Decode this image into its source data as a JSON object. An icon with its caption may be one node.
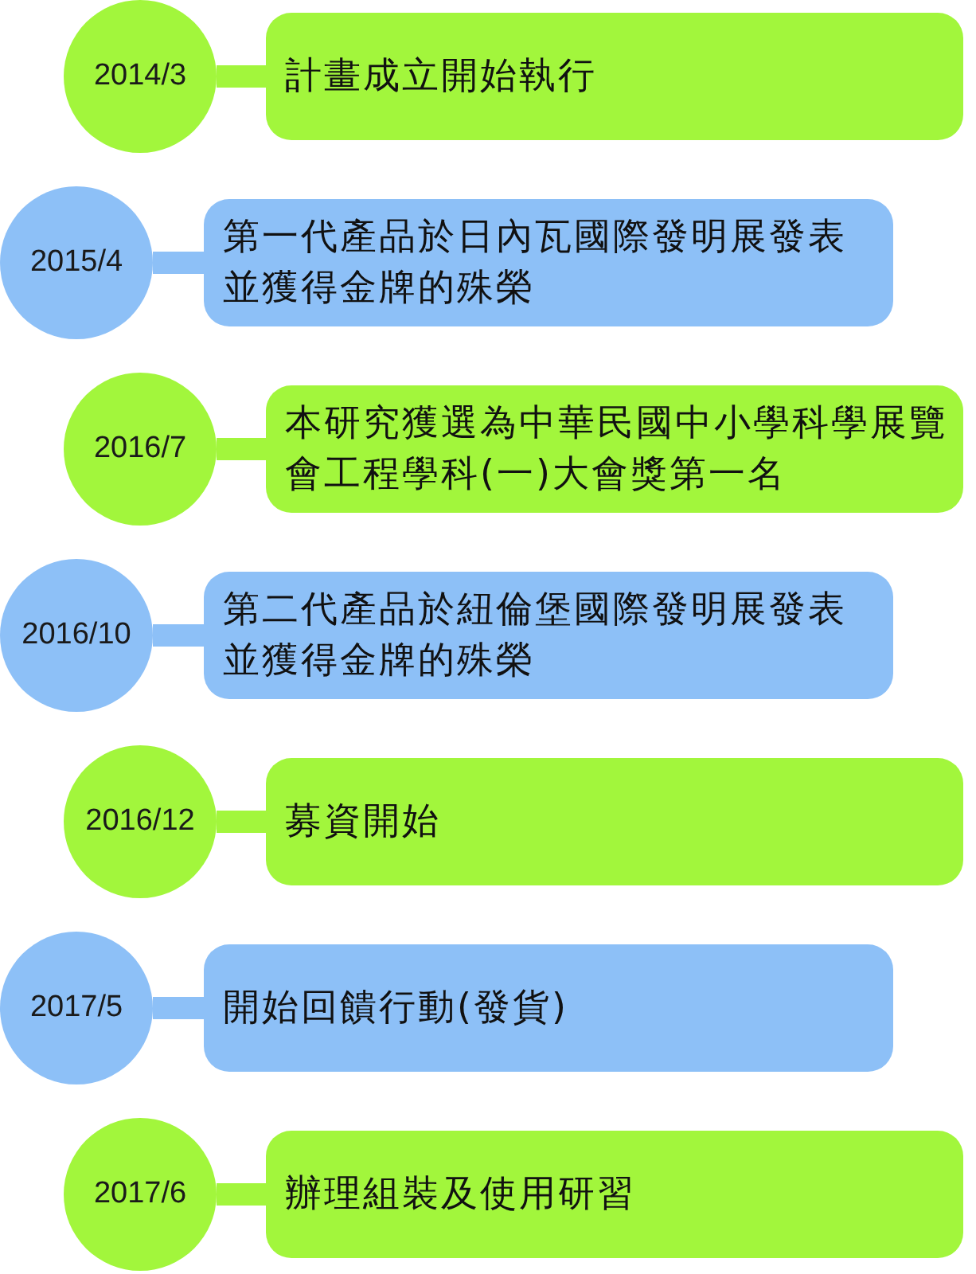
{
  "diagram": {
    "nodes": [
      {
        "text": [
          "2014/3"
        ]
      },
      {
        "text": [
          "計畫成立開始執行"
        ]
      },
      {
        "text": [
          "2015/4"
        ]
      },
      {
        "text": [
          "第一代產品於日內瓦國際發明展發表並獲得金牌的殊榮"
        ]
      },
      {
        "text": [
          "2016/7"
        ]
      },
      {
        "text": [
          "本研究獲選為中華民國中小學科學展覽會工程學科(一)大會獎第一名"
        ]
      },
      {
        "text": [
          "2016/10"
        ]
      },
      {
        "text": [
          "第二代產品於紐倫堡國際發明展發表並獲得金牌的殊榮"
        ]
      },
      {
        "text": [
          "2016/12"
        ]
      },
      {
        "text": [
          "募資開始"
        ]
      },
      {
        "text": [
          "2017/5"
        ]
      },
      {
        "text": [
          "開始回饋行動(發貨)"
        ]
      },
      {
        "text": [
          "2017/6"
        ]
      },
      {
        "text": [
          "辦理組裝及使用研習"
        ]
      }
    ],
    "edges": [
      {
        "from": 0,
        "to": 1,
        "arrow": "none"
      },
      {
        "from": 2,
        "to": 3,
        "arrow": "none",
        "color": "#8dc0f7"
      },
      {
        "from": 4,
        "to": 5,
        "arrow": "none"
      },
      {
        "from": 6,
        "to": 7,
        "arrow": "none",
        "color": "#8dc0f7"
      },
      {
        "from": 8,
        "to": 9,
        "arrow": "none"
      },
      {
        "from": 10,
        "to": 11,
        "arrow": "none",
        "color": "#8dc0f7"
      },
      {
        "from": 12,
        "to": 13,
        "arrow": "none"
      }
    ]
  }
}
